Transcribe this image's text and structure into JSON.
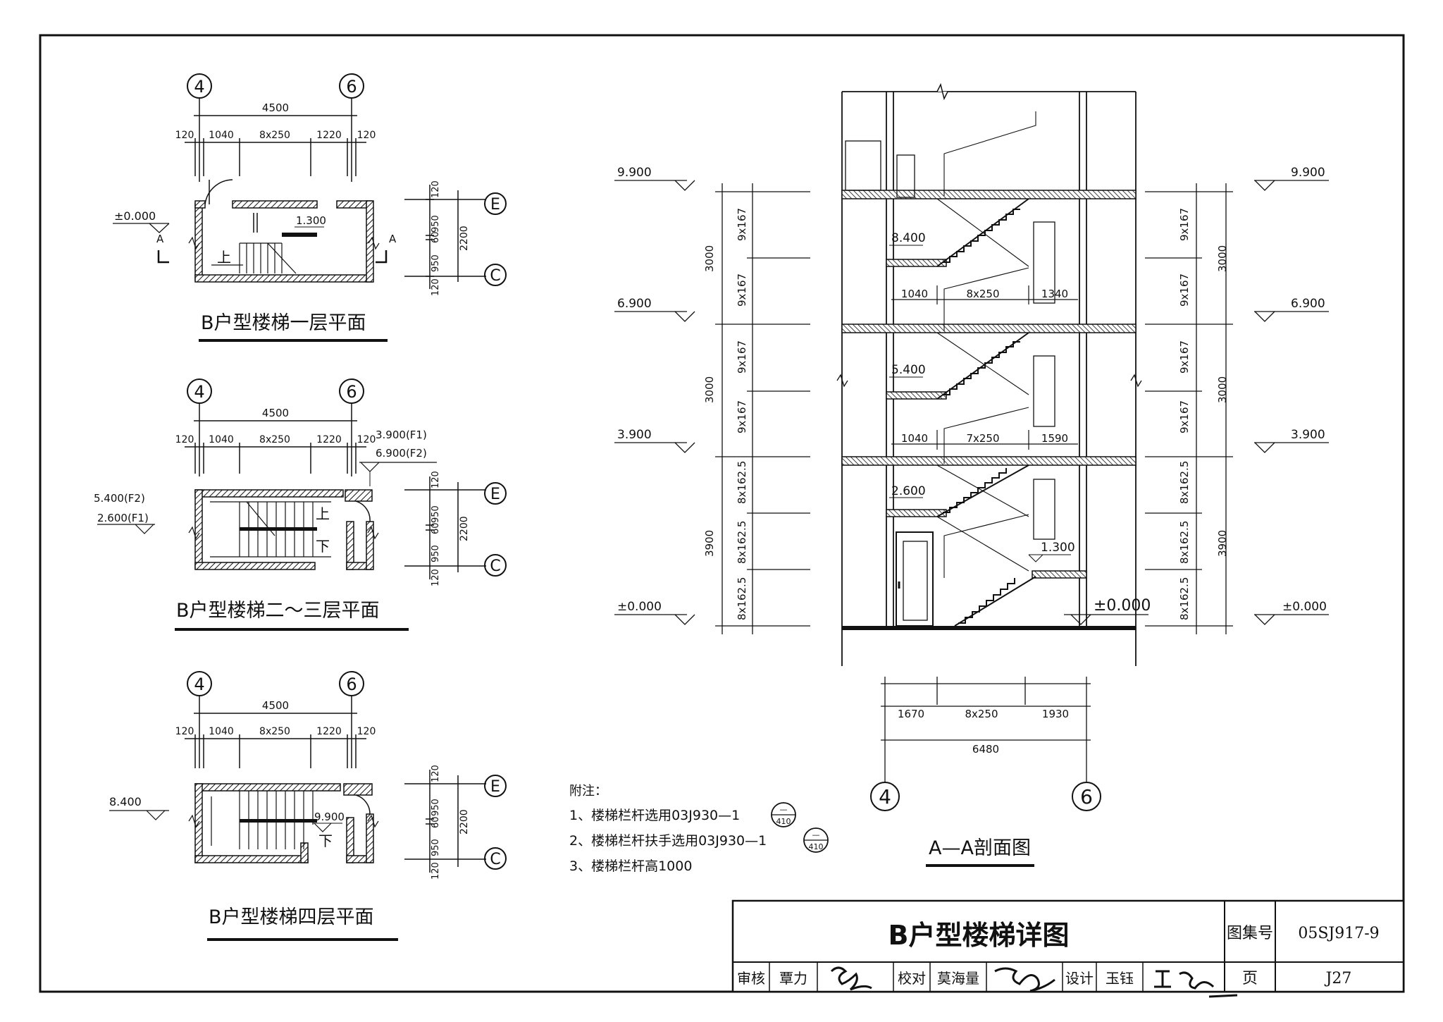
{
  "plan1": {
    "title": "B户型楼梯一层平面",
    "axis_left": "4",
    "axis_right": "6",
    "overall": "4500",
    "dims": [
      "120",
      "1040",
      "8x250",
      "1220",
      "120"
    ],
    "right_axes": [
      "E",
      "C"
    ],
    "right_dims": [
      "120",
      "950",
      "60",
      "950",
      "120"
    ],
    "right_total": "2200",
    "level_main": "±0.000",
    "level_landing": "1.300",
    "up": "上",
    "section_mark": "A"
  },
  "plan2": {
    "title": "B户型楼梯二～三层平面",
    "axis_left": "4",
    "axis_right": "6",
    "overall": "4500",
    "dims": [
      "120",
      "1040",
      "8x250",
      "1220",
      "120"
    ],
    "right_axes": [
      "E",
      "C"
    ],
    "right_dims": [
      "120",
      "950",
      "60",
      "950",
      "120"
    ],
    "right_total": "2200",
    "level_left_1": "5.400(F2)",
    "level_left_2": "2.600(F1)",
    "level_right_1": "3.900(F1)",
    "level_right_2": "6.900(F2)",
    "up": "上",
    "down": "下"
  },
  "plan3": {
    "title": "B户型楼梯四层平面",
    "axis_left": "4",
    "axis_right": "6",
    "overall": "4500",
    "dims": [
      "120",
      "1040",
      "8x250",
      "1220",
      "120"
    ],
    "right_axes": [
      "E",
      "C"
    ],
    "right_dims": [
      "120",
      "950",
      "60",
      "950",
      "120"
    ],
    "right_total": "2200",
    "level_left": "8.400",
    "level_right": "9.900",
    "down": "下"
  },
  "section": {
    "title": "A—A剖面图",
    "levels": [
      "9.900",
      "6.900",
      "3.900",
      "±0.000"
    ],
    "landing_levels": [
      "8.400",
      "5.400",
      "2.600",
      "1.300"
    ],
    "floor_heights": [
      "3000",
      "3000",
      "3900"
    ],
    "risers_left": [
      "9x167",
      "9x167",
      "9x167",
      "9x167",
      "8x162.5",
      "8x162.5",
      "8x162.5"
    ],
    "risers_right": [
      "9x167",
      "9x167",
      "9x167",
      "9x167",
      "8x162.5",
      "8x162.5",
      "8x162.5"
    ],
    "plan_dims_upper": [
      "1040",
      "8x250",
      "1340"
    ],
    "plan_dims_mid": [
      "1040",
      "7x250",
      "1590"
    ],
    "bottom_dims": [
      "1670",
      "8x250",
      "1930"
    ],
    "bottom_total": "6480",
    "axis_left": "4",
    "axis_right": "6",
    "ground_right": "±0.000"
  },
  "notes": {
    "heading": "附注：",
    "n1": "1、楼梯栏杆选用03J930—1",
    "n2": "2、楼梯栏杆扶手选用03J930—1",
    "n3": "3、楼梯栏杆高1000",
    "ref_top": "—",
    "ref_bottom": "410"
  },
  "titleblock": {
    "drawing_title": "B户型楼梯详图",
    "atlas_label": "图集号",
    "atlas_no": "05SJ917-9",
    "page_label": "页",
    "page_no": "J27",
    "review_label": "审核",
    "review_name": "覃力",
    "check_label": "校对",
    "check_name": "莫海量",
    "design_label": "设计",
    "design_name": "玉钰"
  }
}
